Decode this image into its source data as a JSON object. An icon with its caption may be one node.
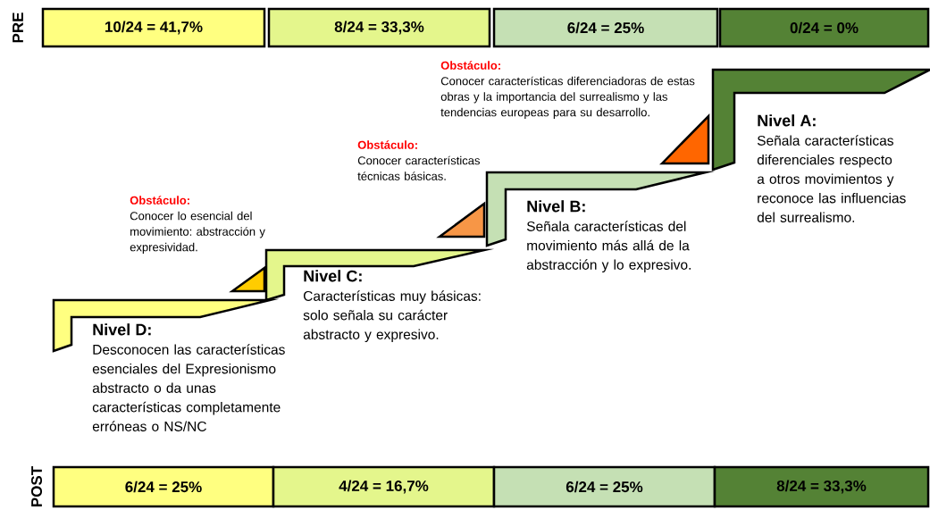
{
  "diagram": {
    "nodes": [
      {
        "text": [
          "10/24 = 41,7%"
        ]
      },
      {
        "text": [
          "8/24 = 33,3%"
        ]
      },
      {
        "text": [
          "6/24 = 25%"
        ]
      },
      {
        "text": [
          "0/24 = 0%"
        ]
      },
      {
        "text": [],
        "shape": "triangle",
        "beside": [
          "Obstáculo:",
          "Conocer características diferenciadoras de estas obras y la importancia del surrealismo y las tendencias europeas para su desarrollo."
        ]
      },
      {
        "text": [
          "Nivel A:",
          "Señala características diferenciales respecto a otros movimientos y reconoce las influencias del surrealismo."
        ]
      },
      {
        "text": [],
        "shape": "triangle",
        "beside": [
          "Obstáculo:",
          "Conocer características técnicas básicas."
        ]
      },
      {
        "text": [
          "Nivel B:",
          "Señala características del movimiento más allá de la abstracción y lo expresivo."
        ]
      },
      {
        "text": [],
        "shape": "triangle",
        "beside": [
          "Obstáculo:",
          "Conocer lo esencial del movimiento: abstracción y expresividad."
        ]
      },
      {
        "text": [
          "Nivel C:",
          "Características muy básicas: solo señala su carácter abstracto y expresivo."
        ]
      },
      {
        "text": [
          "Nivel D:",
          "Desconocen las características esenciales del Expresionismo abstracto o da unas características completamente erróneas o NS/NC"
        ]
      },
      {
        "text": [
          "6/24 = 25%"
        ]
      },
      {
        "text": [
          "4/24 = 16,7%"
        ]
      },
      {
        "text": [
          "6/24 = 25%"
        ]
      },
      {
        "text": [
          "8/24 = 33,3%"
        ]
      }
    ],
    "labels": [
      "PRE",
      "POST"
    ]
  }
}
